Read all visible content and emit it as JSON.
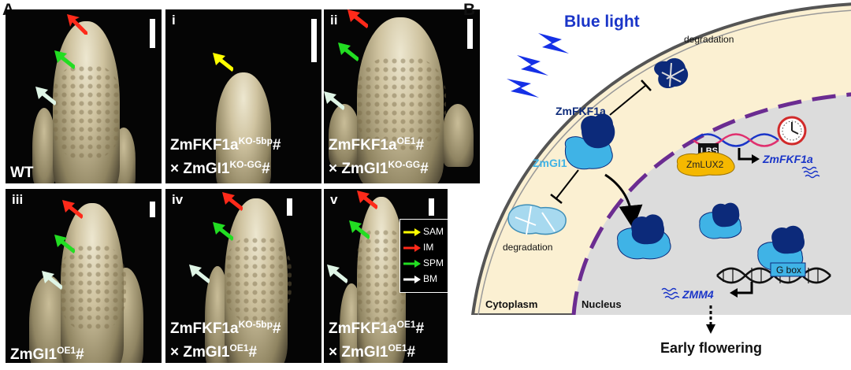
{
  "panel_a": {
    "letter": "A",
    "tiles": [
      {
        "roman": "",
        "lines": [
          {
            "main": "WT",
            "sup": "",
            "tail": ""
          }
        ]
      },
      {
        "roman": "i",
        "lines": [
          {
            "main": "ZmFKF1a",
            "sup": "KO-5bp",
            "tail": "#"
          },
          {
            "main": "× ZmGI1",
            "sup": "KO-GG",
            "tail": "#"
          }
        ]
      },
      {
        "roman": "ii",
        "lines": [
          {
            "main": "ZmFKF1a",
            "sup": "OE1",
            "tail": "#"
          },
          {
            "main": "× ZmGI1",
            "sup": "KO-GG",
            "tail": "#"
          }
        ]
      },
      {
        "roman": "iii",
        "lines": [
          {
            "main": "ZmGI1",
            "sup": "OE1",
            "tail": "#"
          }
        ]
      },
      {
        "roman": "iv",
        "lines": [
          {
            "main": "ZmFKF1a",
            "sup": "KO-5bp",
            "tail": "#"
          },
          {
            "main": "× ZmGI1",
            "sup": "OE1",
            "tail": "#"
          }
        ]
      },
      {
        "roman": "v",
        "lines": [
          {
            "main": "ZmFKF1a",
            "sup": "OE1",
            "tail": "#"
          },
          {
            "main": "× ZmGI1",
            "sup": "OE1",
            "tail": "#"
          }
        ]
      }
    ],
    "legend": [
      {
        "label": "SAM",
        "color": "#ffff00"
      },
      {
        "label": "IM",
        "color": "#ff2a1a"
      },
      {
        "label": "SPM",
        "color": "#22dd22"
      },
      {
        "label": "BM",
        "color": "#ffffff"
      }
    ],
    "arrow_colors": {
      "red": "#ff2a1a",
      "green": "#22dd22",
      "white": "#dff5e6",
      "yellow": "#ffff00"
    }
  },
  "panel_b": {
    "letter": "B",
    "blue_light": "Blue light",
    "degradation_top": "degradation",
    "degradation_left": "degradation",
    "zmfkf1a": "ZmFKF1a",
    "zmgi1": "ZmGI1",
    "lbs": "LBS",
    "zmlux2": "ZmLUX2",
    "zmfkf1a_gene": "ZmFKF1a",
    "g_box": "G box",
    "zmm4": "ZMM4",
    "cytoplasm": "Cytoplasm",
    "nucleus": "Nucleus",
    "early_flowering": "Early flowering",
    "colors": {
      "dark_blue": "#0c2a7a",
      "light_blue": "#3fb3e6",
      "cell": "#fbf0d2",
      "nucleus": "#dcdcdc",
      "envelope": "#6b2c91",
      "lux": "#f5b800",
      "text_blue": "#1a35c8"
    }
  }
}
